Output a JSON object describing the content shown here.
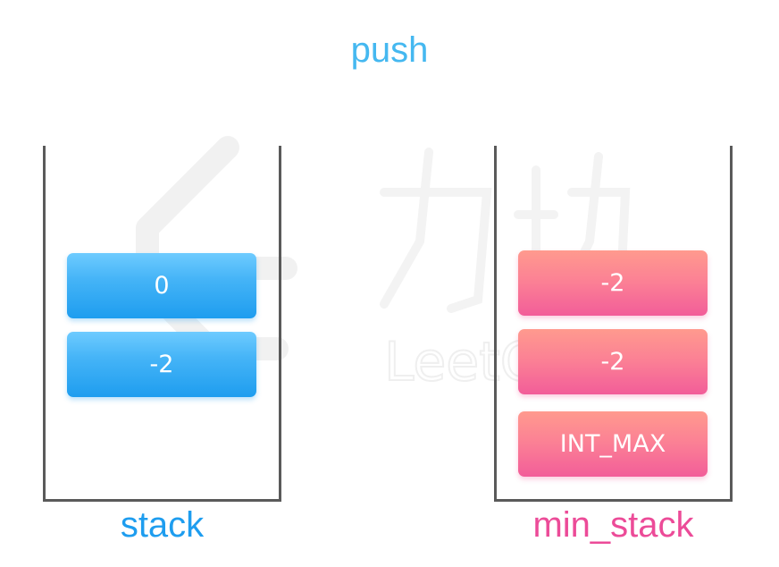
{
  "title": "push",
  "colors": {
    "title": "#45b8f0",
    "stack_blue": "#1e9def",
    "min_stack_pink": "#ec4b98",
    "container_border": "#5a5a5a"
  },
  "watermark": {
    "logo_text": "力扣",
    "brand_text": "LeetCode"
  },
  "stack": {
    "label": "stack",
    "items": [
      "0",
      "-2"
    ]
  },
  "min_stack": {
    "label": "min_stack",
    "items": [
      "-2",
      "-2",
      "INT_MAX"
    ]
  }
}
